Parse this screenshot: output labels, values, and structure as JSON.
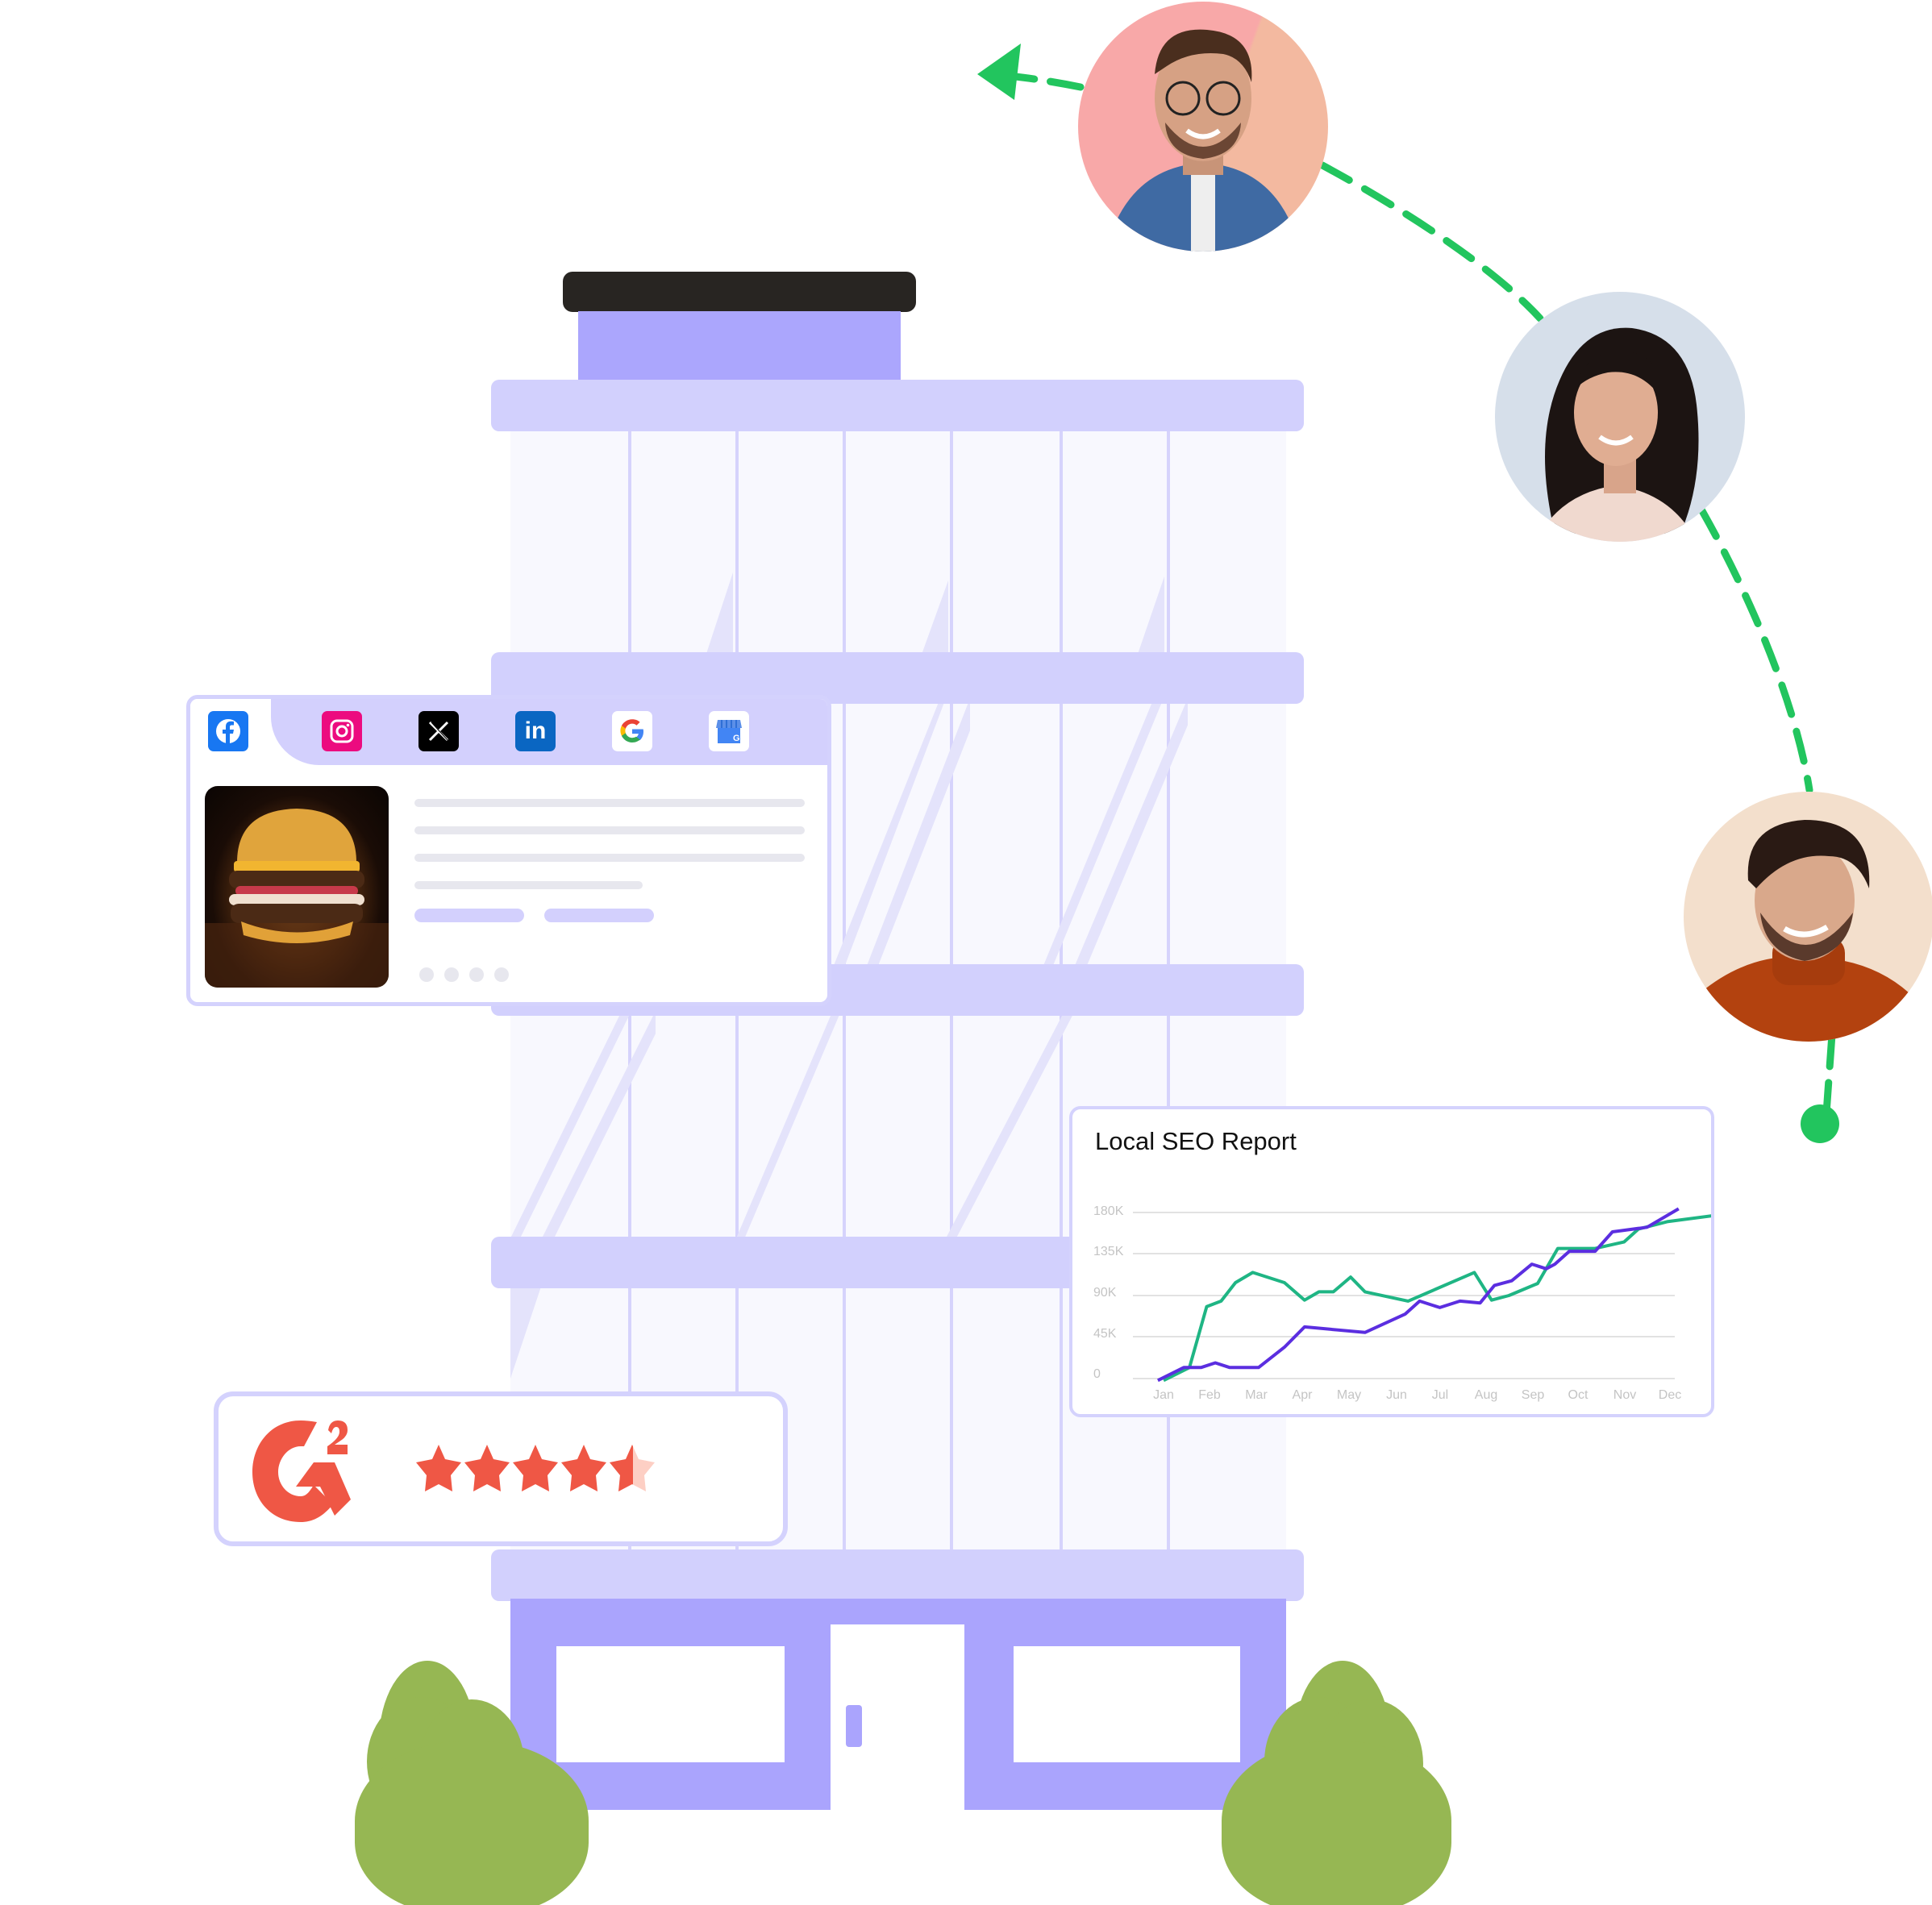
{
  "colors": {
    "building_light": "#d2d0fd",
    "building_dark": "#aaa4fd",
    "roof_cap": "#282522",
    "glass": "#f8f8fe",
    "bush": "#96b753",
    "path_green": "#22c55e",
    "g2_red": "#ef5745",
    "star_partial": "#fdcfc4",
    "series_green": "#1fb584",
    "series_purple": "#5b2ee0"
  },
  "social_post": {
    "platforms": [
      {
        "name": "Facebook",
        "icon": "facebook-icon",
        "glyph": "f",
        "color": "#1877f2",
        "active": true
      },
      {
        "name": "Instagram",
        "icon": "instagram-icon",
        "glyph": "◎",
        "color": "#ec0b7f",
        "active": false
      },
      {
        "name": "X",
        "icon": "x-icon",
        "glyph": "𝕏",
        "color": "#000000",
        "active": false
      },
      {
        "name": "LinkedIn",
        "icon": "linkedin-icon",
        "glyph": "in",
        "color": "#0a66c2",
        "active": false
      },
      {
        "name": "Google",
        "icon": "google-icon",
        "glyph": "G",
        "color": "#ffffff",
        "active": false
      },
      {
        "name": "Google Business Profile",
        "icon": "google-business-icon",
        "glyph": "G",
        "color": "#ffffff",
        "active": false
      }
    ],
    "image": "burger-photo"
  },
  "seo_report": {
    "title": "Local SEO Report"
  },
  "chart_data": {
    "type": "line",
    "title": "Local SEO Report",
    "xlabel": "",
    "ylabel": "",
    "categories": [
      "Jan",
      "Feb",
      "Mar",
      "Apr",
      "May",
      "Jun",
      "Jul",
      "Aug",
      "Sep",
      "Oct",
      "Nov",
      "Dec"
    ],
    "y_ticks": [
      "0",
      "45K",
      "90K",
      "135K",
      "180K"
    ],
    "ylim": [
      0,
      180000
    ],
    "grid": true,
    "legend": null,
    "series": [
      {
        "name": "Green series",
        "color": "#1fb584",
        "points": [
          [
            0.0,
            -2000
          ],
          [
            0.45,
            12000
          ],
          [
            0.75,
            78000
          ],
          [
            1.0,
            84000
          ],
          [
            1.25,
            104000
          ],
          [
            1.55,
            115000
          ],
          [
            2.1,
            104000
          ],
          [
            2.45,
            85000
          ],
          [
            2.7,
            94000
          ],
          [
            2.95,
            94000
          ],
          [
            3.25,
            110000
          ],
          [
            3.5,
            94000
          ],
          [
            4.25,
            84000
          ],
          [
            5.4,
            115000
          ],
          [
            5.7,
            85000
          ],
          [
            6.0,
            90000
          ],
          [
            6.5,
            103000
          ],
          [
            6.85,
            141000
          ],
          [
            7.5,
            141000
          ],
          [
            8.0,
            148000
          ],
          [
            8.25,
            162000
          ],
          [
            8.75,
            170000
          ],
          [
            9.6,
            177000
          ]
        ],
        "values_by_month_approx": [
          12000,
          84000,
          112000,
          90000,
          94000,
          88000,
          110000,
          88000,
          141000,
          141000,
          162000,
          177000
        ]
      },
      {
        "name": "Purple series",
        "color": "#5b2ee0",
        "points": [
          [
            -0.1,
            -2000
          ],
          [
            0.35,
            12000
          ],
          [
            0.65,
            12000
          ],
          [
            0.9,
            17000
          ],
          [
            1.15,
            12000
          ],
          [
            1.65,
            12000
          ],
          [
            2.1,
            34000
          ],
          [
            2.45,
            56000
          ],
          [
            3.5,
            50000
          ],
          [
            4.2,
            70000
          ],
          [
            4.45,
            84000
          ],
          [
            4.8,
            77000
          ],
          [
            5.15,
            84000
          ],
          [
            5.5,
            82000
          ],
          [
            5.75,
            101000
          ],
          [
            6.05,
            106000
          ],
          [
            6.4,
            124000
          ],
          [
            6.65,
            119000
          ],
          [
            6.8,
            124000
          ],
          [
            7.05,
            138000
          ],
          [
            7.5,
            138000
          ],
          [
            7.8,
            159000
          ],
          [
            8.4,
            164000
          ],
          [
            8.95,
            184000
          ]
        ],
        "values_by_month_approx": [
          12000,
          15000,
          25000,
          56000,
          52000,
          70000,
          80000,
          84000,
          106000,
          124000,
          138000,
          162000
        ]
      }
    ]
  },
  "rating": {
    "brand": "G2",
    "brand_icon": "g2-logo-icon",
    "stars": 4.5,
    "star_count": 5
  },
  "journey": {
    "avatars": [
      {
        "name": "man-glasses-avatar",
        "bg": "#f8a8a8"
      },
      {
        "name": "woman-avatar",
        "bg": "#d6dfea"
      },
      {
        "name": "man-turtleneck-avatar",
        "bg": "#f3dfcc"
      }
    ],
    "arrow": "arrow-head-icon",
    "endpoint": "path-start-dot"
  }
}
